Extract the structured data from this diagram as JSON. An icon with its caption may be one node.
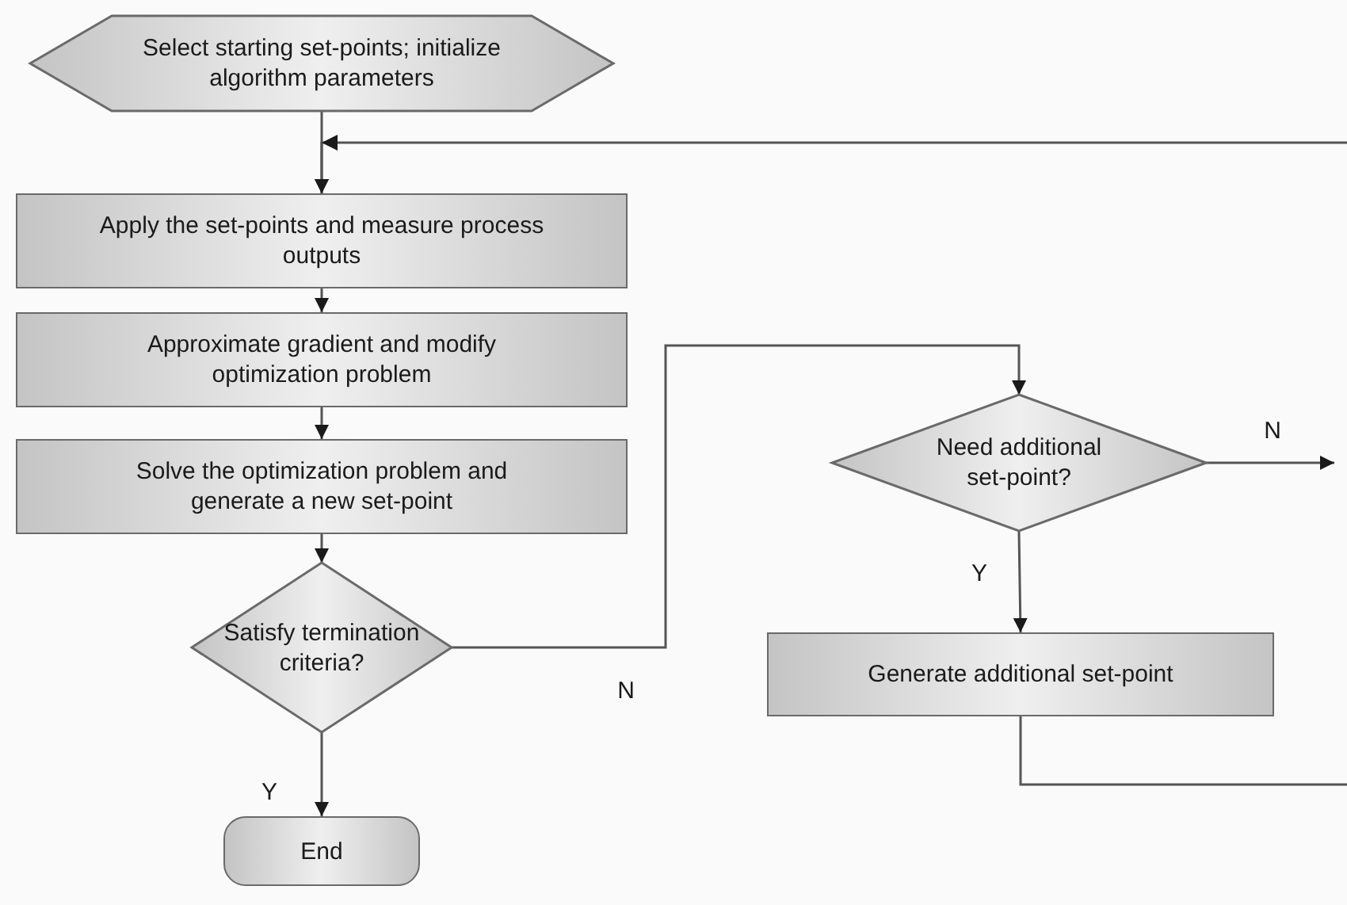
{
  "diagram": {
    "nodes": [
      {
        "text": [
          "Select starting set-points; initialize algorithm parameters"
        ]
      },
      {
        "text": [
          "Apply the set-points and measure process outputs"
        ]
      },
      {
        "text": [
          "Approximate gradient and modify optimization problem"
        ]
      },
      {
        "text": [
          "Solve the optimization problem and generate a new set-point"
        ]
      },
      {
        "text": [
          "Satisfy termination criteria?"
        ]
      },
      {
        "text": [
          "End"
        ]
      },
      {
        "text": [
          "Need additional set-point?"
        ]
      },
      {
        "text": [
          "Generate additional set-point"
        ]
      }
    ],
    "edges": [
      {
        "from": 0,
        "to": 1,
        "arrow": "to"
      },
      {
        "from": 1,
        "to": 2,
        "arrow": "to"
      },
      {
        "from": 2,
        "to": 3,
        "arrow": "to"
      },
      {
        "from": 3,
        "to": 4,
        "arrow": "to"
      },
      {
        "from": 4,
        "to": 5,
        "arrow": "to",
        "label": "Y"
      },
      {
        "from": 4,
        "to": 6,
        "arrow": "to",
        "label": "N"
      },
      {
        "from": 6,
        "to": 7,
        "arrow": "to",
        "label": "Y"
      },
      {
        "from": 6,
        "to": null,
        "arrow": "to",
        "label": "N"
      },
      {
        "from": 7,
        "to": null,
        "arrow": "none"
      },
      {
        "from": null,
        "to": 1,
        "arrow": "to"
      }
    ]
  }
}
